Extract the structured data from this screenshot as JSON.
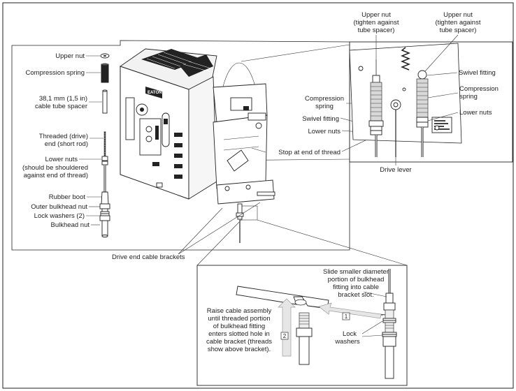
{
  "left_labels": {
    "upper_nut": "Upper nut",
    "compression_spring": "Compression spring",
    "cable_tube_spacer_1": "38,1 mm (1,5 in)",
    "cable_tube_spacer_2": "cable tube spacer",
    "threaded_end_1": "Threaded (drive)",
    "threaded_end_2": "end (short rod)",
    "lower_nuts_1": "Lower nuts",
    "lower_nuts_2": "(should be shouldered",
    "lower_nuts_3": "against end of thread)",
    "rubber_boot": "Rubber boot",
    "outer_bulkhead_nut": "Outer bulkhead nut",
    "lock_washers": "Lock washers (2)",
    "bulkhead_nut": "Bulkhead nut"
  },
  "center_labels": {
    "drive_end_cable_brackets": "Drive end cable brackets",
    "stop_at_end_of_thread": "Stop at end of thread",
    "drive_lever": "Drive lever",
    "compression_spring_1": "Compression",
    "compression_spring_2": "spring",
    "swivel_fitting": "Swivel fitting",
    "lower_nuts": "Lower nuts"
  },
  "top_right_labels": {
    "upper_nut_a_1": "Upper nut",
    "upper_nut_a_2": "(tighten against",
    "upper_nut_a_3": "tube spacer)",
    "upper_nut_b_1": "Upper nut",
    "upper_nut_b_2": "(tighten against",
    "upper_nut_b_3": "tube spacer)",
    "swivel_fitting": "Swivel fitting",
    "compression_spring_1": "Compression",
    "compression_spring_2": "spring",
    "lower_nuts": "Lower nuts"
  },
  "bottom_detail": {
    "slide_1": "Slide smaller diameter",
    "slide_2": "portion of bulkhead",
    "slide_3": "fitting into cable",
    "slide_4": "bracket slot.",
    "raise_1": "Raise cable assembly",
    "raise_2": "until threaded portion",
    "raise_3": "of bulkhead fitting",
    "raise_4": "enters slotted hole in",
    "raise_5": "cable bracket (threads",
    "raise_6": "show above bracket).",
    "lock_1": "Lock",
    "lock_2": "washers",
    "step1": "1",
    "step2": "2"
  },
  "breaker_label": "EATON"
}
